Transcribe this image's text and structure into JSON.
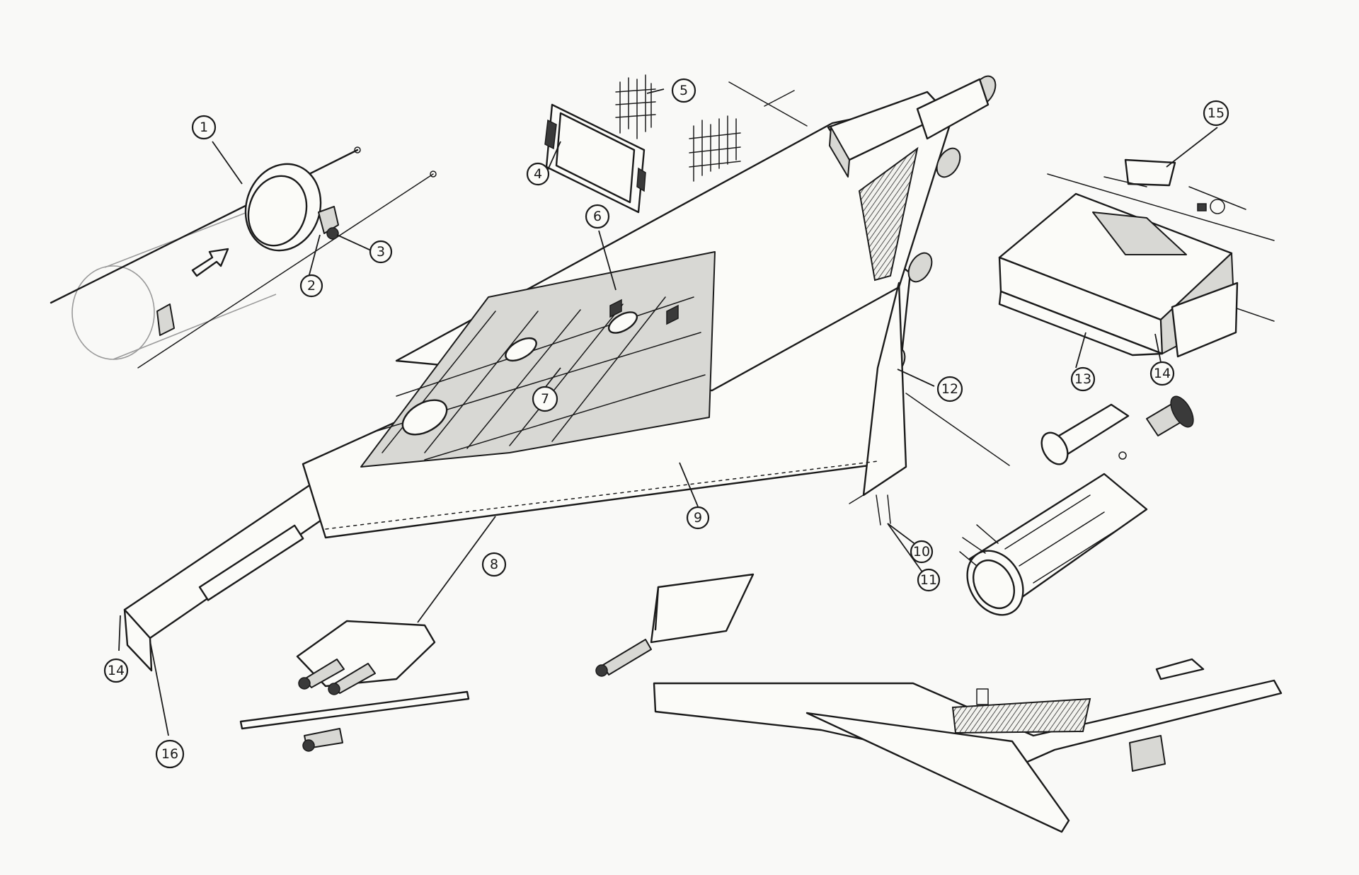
{
  "callouts": [
    {
      "id": "1",
      "label": "1"
    },
    {
      "id": "2",
      "label": "2"
    },
    {
      "id": "3",
      "label": "3"
    },
    {
      "id": "4",
      "label": "4"
    },
    {
      "id": "5",
      "label": "5"
    },
    {
      "id": "6",
      "label": "6"
    },
    {
      "id": "7",
      "label": "7"
    },
    {
      "id": "8",
      "label": "8"
    },
    {
      "id": "9",
      "label": "9"
    },
    {
      "id": "10",
      "label": "10"
    },
    {
      "id": "11",
      "label": "11"
    },
    {
      "id": "12",
      "label": "12"
    },
    {
      "id": "13",
      "label": "13"
    },
    {
      "id": "14a",
      "label": "14"
    },
    {
      "id": "14b",
      "label": "14"
    },
    {
      "id": "15",
      "label": "15"
    },
    {
      "id": "16",
      "label": "16"
    }
  ],
  "style": {
    "ink_color": "#1b1b1b",
    "paper_color": "#f9f9f7"
  }
}
